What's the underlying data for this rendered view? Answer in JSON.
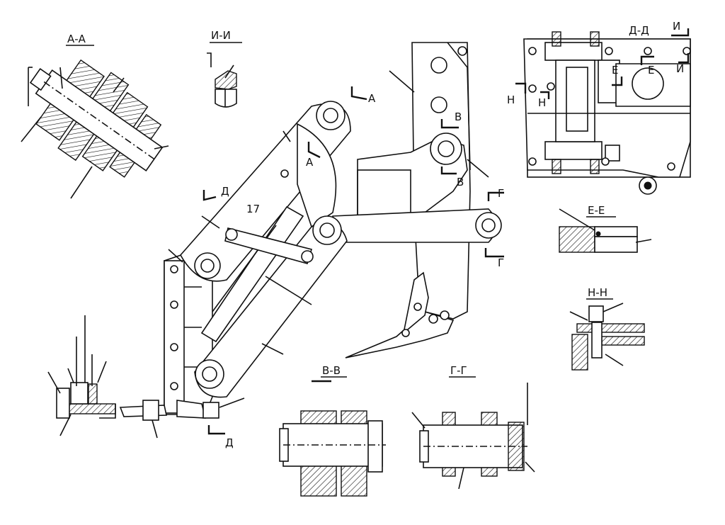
{
  "sections": {
    "aa": "А-А",
    "ii": "И-И",
    "dd": "Д-Д",
    "ee": "Е-Е",
    "nn": "Н-Н",
    "vv": "В-В",
    "gg": "Г-Г"
  },
  "markers": {
    "a1": "А",
    "a2": "А",
    "d1": "Д",
    "d2": "Д",
    "v1": "В",
    "v2": "В",
    "g1": "Г",
    "g2": "Г",
    "i1": "И",
    "i2": "И",
    "e1": "Е",
    "e2": "Е",
    "n1": "Н",
    "n2": "Н"
  },
  "callouts": {
    "c17": "17"
  }
}
